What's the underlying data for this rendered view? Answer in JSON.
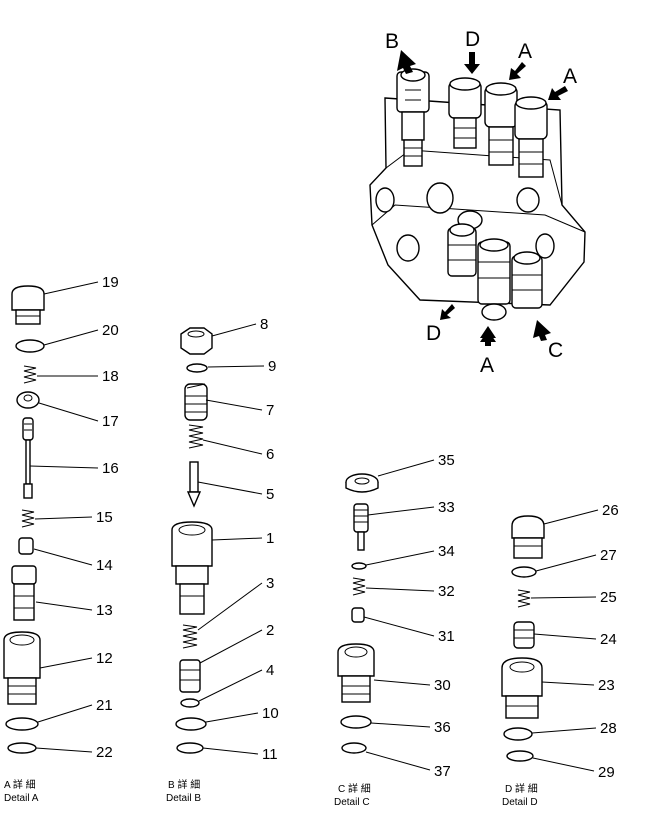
{
  "diagram": {
    "block_labels": [
      "B",
      "D",
      "A",
      "A",
      "D",
      "A",
      "C"
    ],
    "columns": [
      {
        "caption_jp": "A 詳 細",
        "caption_en": "Detail A",
        "parts": [
          "19",
          "20",
          "18",
          "17",
          "16",
          "15",
          "14",
          "13",
          "12",
          "21",
          "22"
        ]
      },
      {
        "caption_jp": "B 詳 細",
        "caption_en": "Detail B",
        "parts": [
          "8",
          "9",
          "7",
          "6",
          "5",
          "1",
          "3",
          "2",
          "4",
          "10",
          "11"
        ]
      },
      {
        "caption_jp": "C 詳 細",
        "caption_en": "Detail C",
        "parts": [
          "35",
          "33",
          "34",
          "32",
          "31",
          "30",
          "36",
          "37"
        ]
      },
      {
        "caption_jp": "D 詳 細",
        "caption_en": "Detail D",
        "parts": [
          "26",
          "27",
          "25",
          "24",
          "23",
          "28",
          "29"
        ]
      }
    ]
  }
}
